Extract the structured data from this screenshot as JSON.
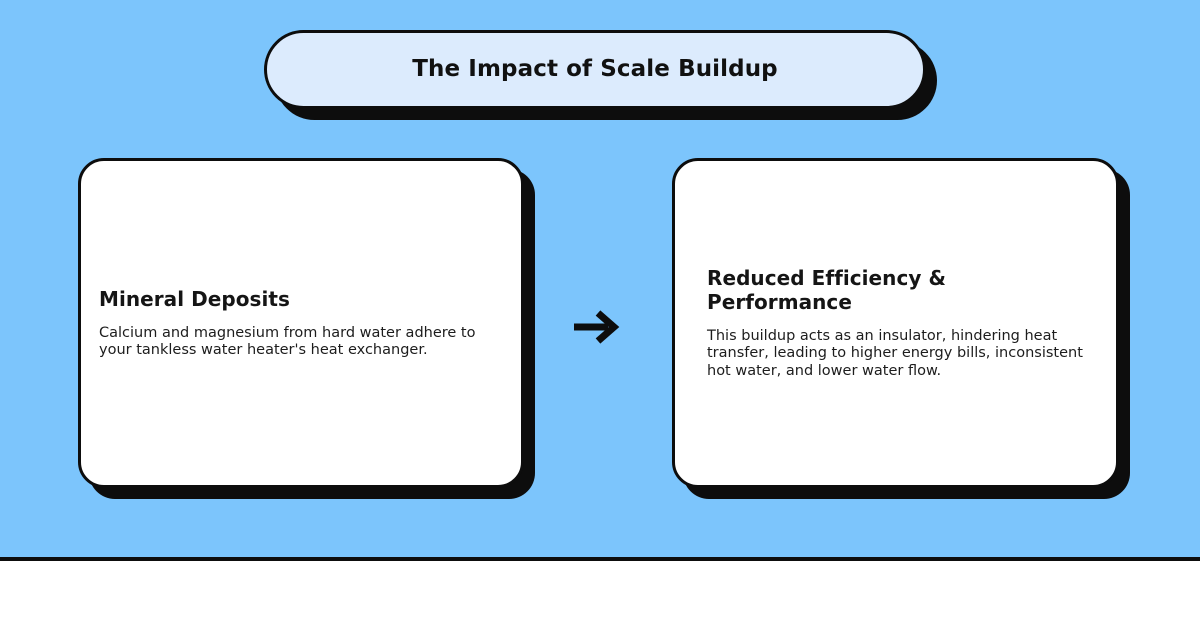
{
  "theme": {
    "background_blue": "#7CC5FC",
    "card_fill": "#FFFFFF",
    "pill_fill": "#DCEBFD",
    "outline": "#0D0D0D",
    "text": "#151515",
    "below_fold": "#FFFFFF"
  },
  "header": {
    "title": "The Impact of Scale Buildup"
  },
  "flow": {
    "connector_icon": "arrow-right-icon",
    "steps": [
      {
        "id": "mineral-deposits",
        "heading": "Mineral Deposits",
        "body": "Calcium and magnesium from hard water adhere to your tankless water heater's heat exchanger."
      },
      {
        "id": "reduced-efficiency",
        "heading": "Reduced Efficiency & Performance",
        "body": "This buildup acts as an insulator, hindering heat transfer, leading to higher energy bills, inconsistent hot water, and lower water flow."
      }
    ]
  }
}
